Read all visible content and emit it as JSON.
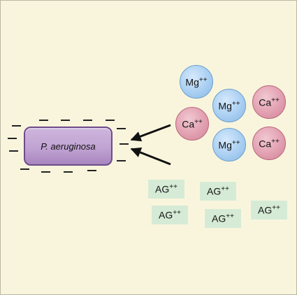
{
  "bacterium": {
    "label": "P. aeruginosa"
  },
  "ions": [
    {
      "kind": "mg",
      "symbol": "Mg",
      "charge": "++"
    },
    {
      "kind": "mg",
      "symbol": "Mg",
      "charge": "++"
    },
    {
      "kind": "ca",
      "symbol": "Ca",
      "charge": "++"
    },
    {
      "kind": "ca",
      "symbol": "Ca",
      "charge": "++"
    },
    {
      "kind": "mg",
      "symbol": "Mg",
      "charge": "++"
    },
    {
      "kind": "ca",
      "symbol": "Ca",
      "charge": "++"
    }
  ],
  "aminoglycosides": [
    {
      "symbol": "AG",
      "charge": "++"
    },
    {
      "symbol": "AG",
      "charge": "++"
    },
    {
      "symbol": "AG",
      "charge": "++"
    },
    {
      "symbol": "AG",
      "charge": "++"
    },
    {
      "symbol": "AG",
      "charge": "++"
    }
  ],
  "colors": {
    "background": "#f9f5dd",
    "bacterium": "#c1a3d3",
    "magnesium": "#a9cff2",
    "calcium": "#e2a0b1",
    "aminoglycoside": "#d6ebd6"
  }
}
